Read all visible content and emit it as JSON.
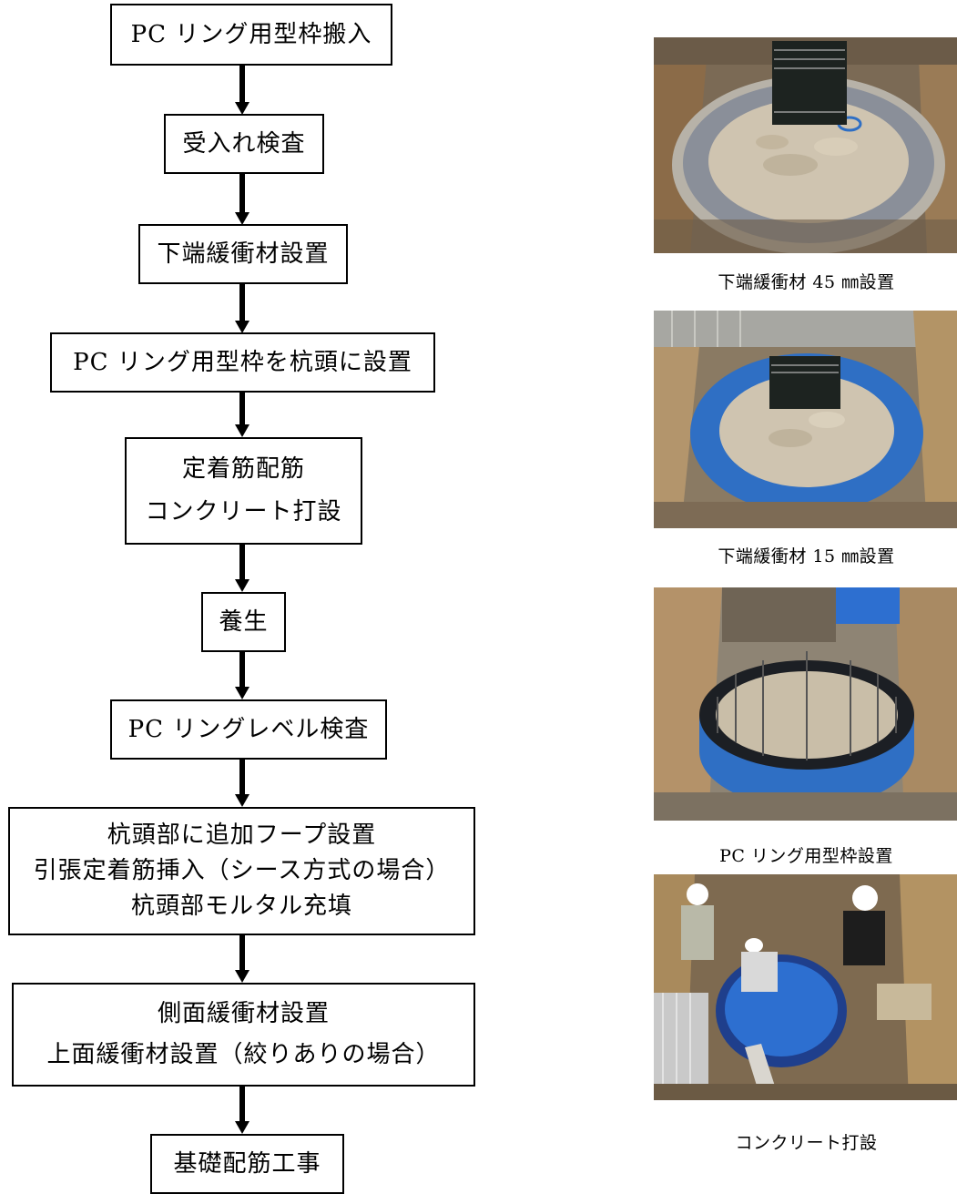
{
  "flow": {
    "step1": "PC リング用型枠搬入",
    "step2": "受入れ検査",
    "step3": "下端緩衝材設置",
    "step4": "PC リング用型枠を杭頭に設置",
    "step5_line1": "定着筋配筋",
    "step5_line2": "コンクリート打設",
    "step6": "養生",
    "step7": "PC リングレベル検査",
    "step8_line1": "杭頭部に追加フープ設置",
    "step8_line2": "引張定着筋挿入（シース方式の場合）",
    "step8_line3": "杭頭部モルタル充填",
    "step9_line1": "側面緩衝材設置",
    "step9_line2": "上面緩衝材設置（絞りありの場合）",
    "step10": "基礎配筋工事"
  },
  "photos": {
    "caption1": "下端緩衝材 45 ㎜設置",
    "caption2": "下端緩衝材 15 ㎜設置",
    "caption3": "PC リング用型枠設置",
    "caption4": "コンクリート打設"
  },
  "colors": {
    "ring_gray": "#8a8f99",
    "ring_blue": "#2f6fc4",
    "tarp_blue": "#2d6fd0",
    "soil": "#cfc4b0",
    "wood": "#9b7a55"
  }
}
